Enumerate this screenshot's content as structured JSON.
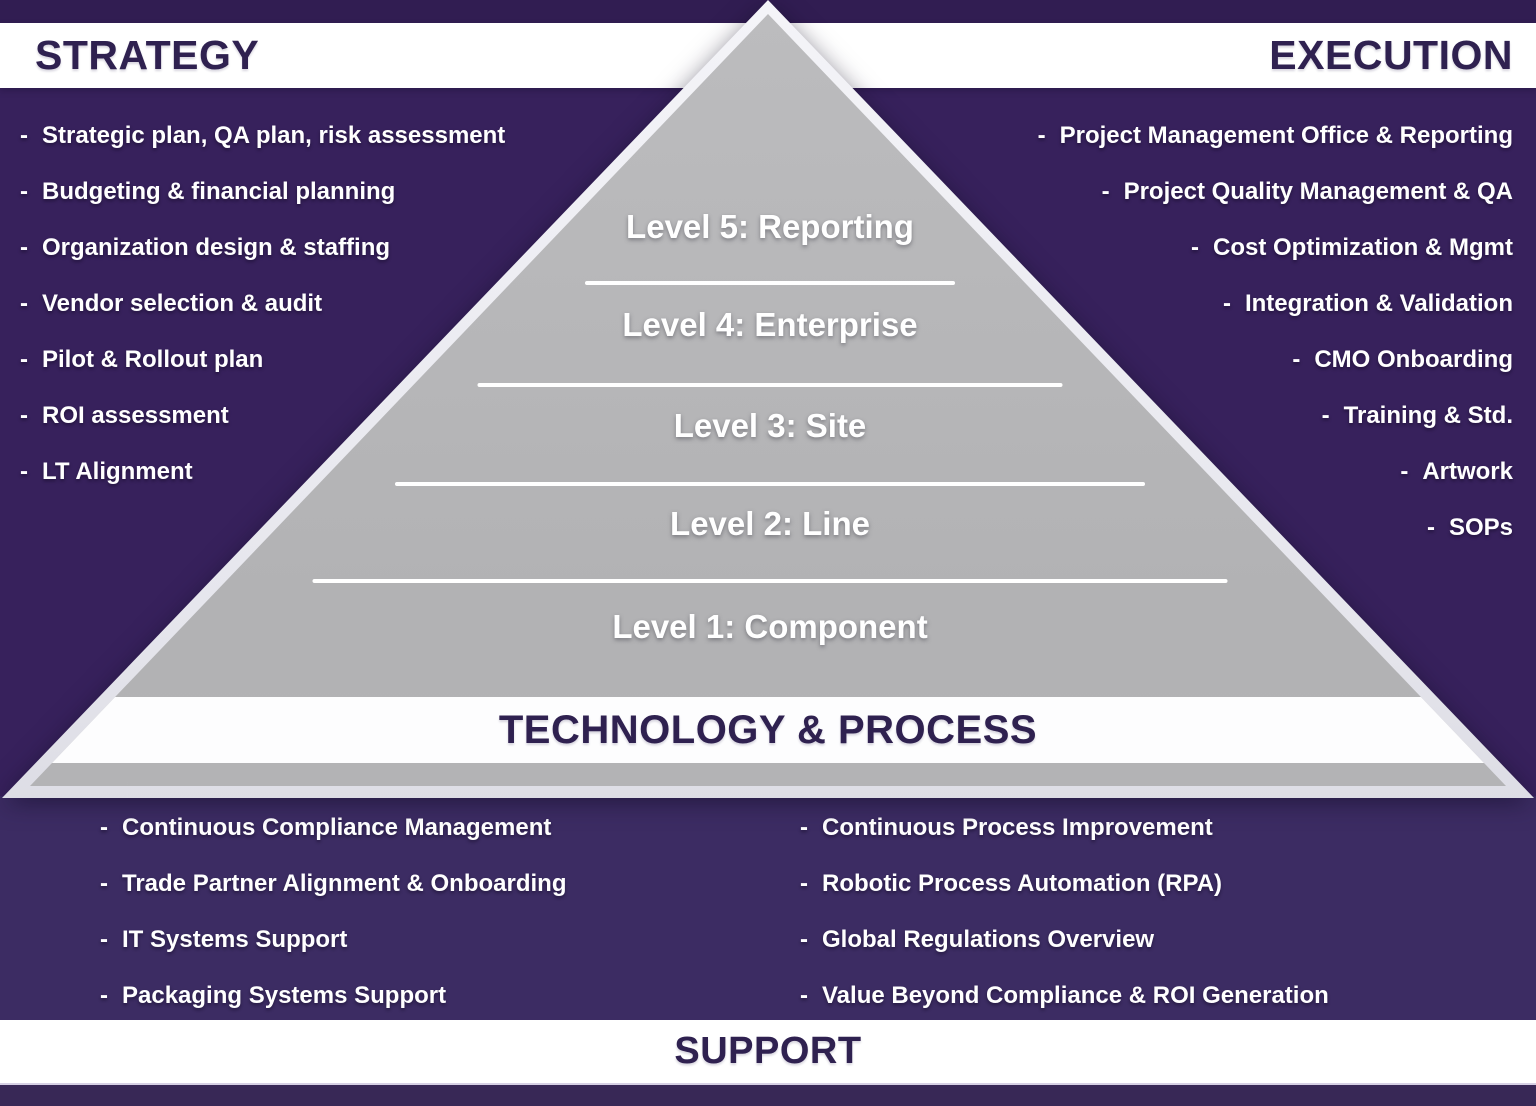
{
  "bullet": "-",
  "colors": {
    "background_purple": "#37215C",
    "panel_purple": "#3C2C63",
    "heading_purple": "#2F2150",
    "pyramid_gray": "#B4B4B6",
    "band_white": "#FFFFFF"
  },
  "header": {
    "left": "STRATEGY",
    "right": "EXECUTION"
  },
  "strategy": {
    "items": [
      "Strategic plan, QA plan, risk assessment",
      "Budgeting & financial planning",
      "Organization design & staffing",
      "Vendor selection & audit",
      "Pilot & Rollout plan",
      "ROI assessment",
      "LT Alignment"
    ]
  },
  "execution": {
    "items": [
      "Project Management Office & Reporting",
      "Project Quality Management & QA",
      "Cost Optimization & Mgmt",
      "Integration & Validation",
      "CMO Onboarding",
      "Training & Std.",
      "Artwork",
      "SOPs"
    ]
  },
  "pyramid": {
    "levels": [
      "Level 5: Reporting",
      "Level 4: Enterprise",
      "Level 3: Site",
      "Level 2: Line",
      "Level 1: Component"
    ]
  },
  "technology": {
    "title": "TECHNOLOGY & PROCESS",
    "left_items": [
      "Continuous Compliance Management",
      "Trade Partner Alignment & Onboarding",
      "IT Systems Support",
      "Packaging Systems Support"
    ],
    "right_items": [
      "Continuous Process Improvement",
      "Robotic Process Automation (RPA)",
      "Global Regulations Overview",
      "Value Beyond Compliance & ROI Generation"
    ]
  },
  "support": {
    "title": "SUPPORT"
  }
}
